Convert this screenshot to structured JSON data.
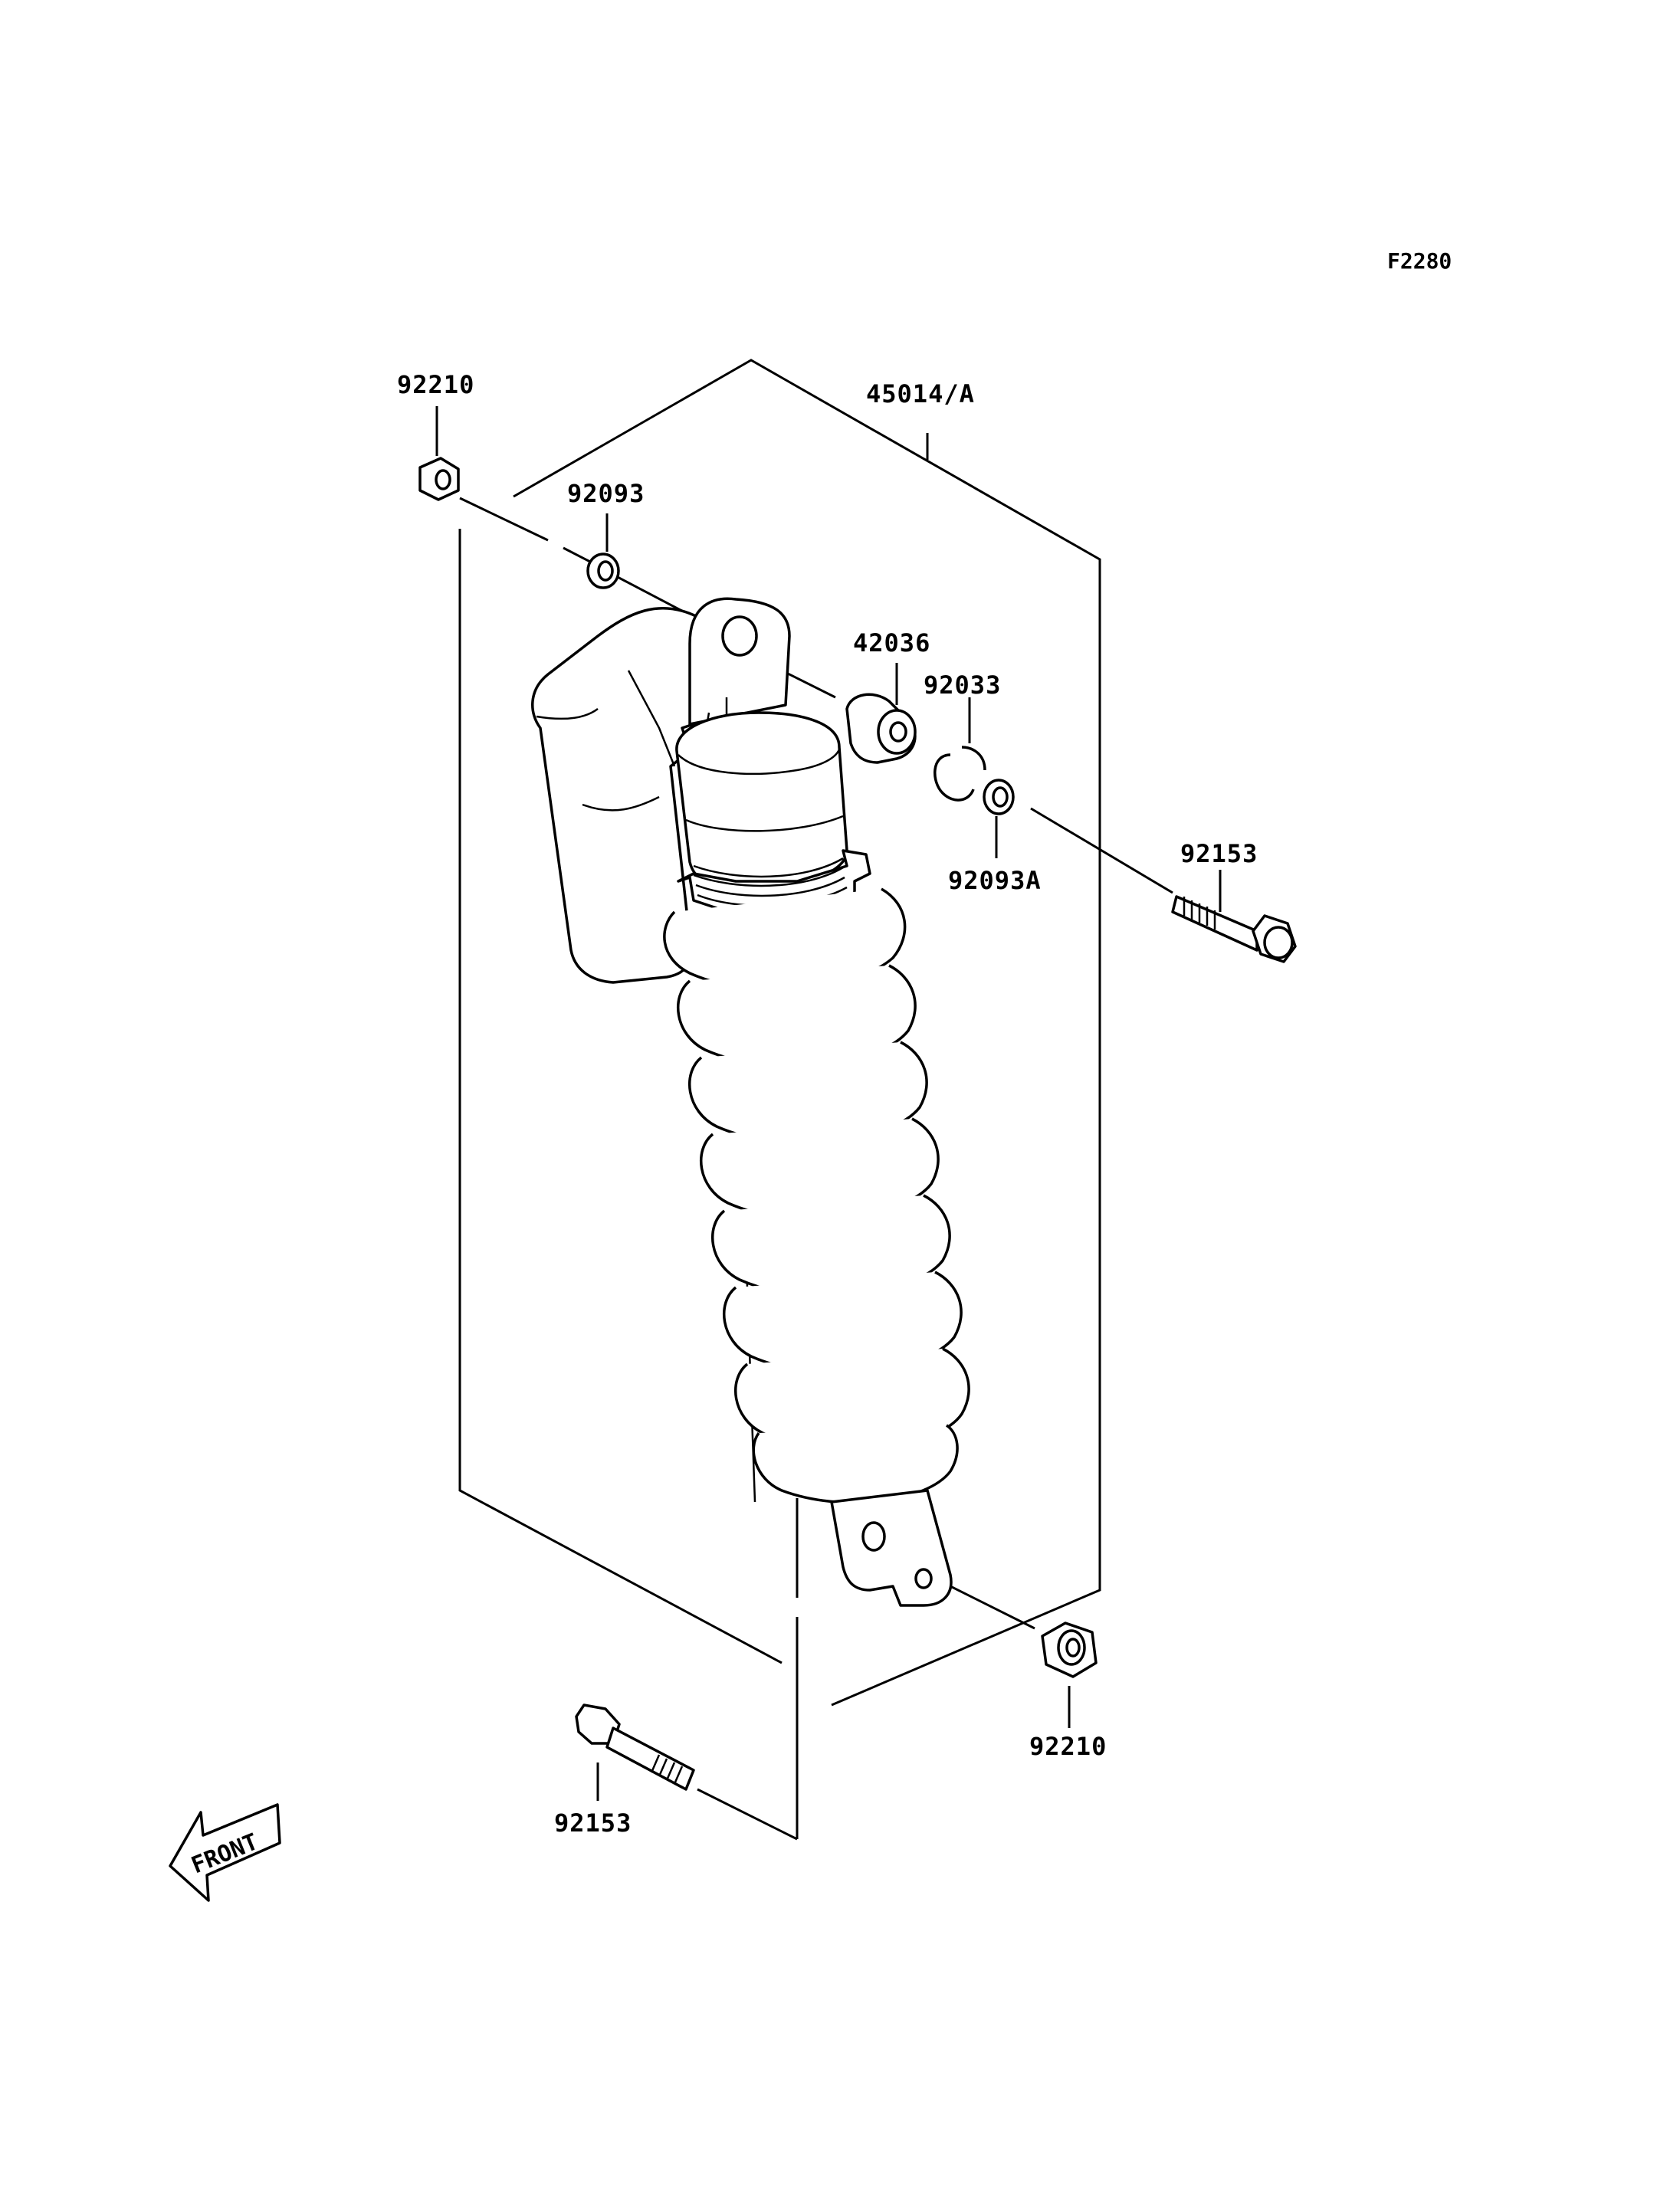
{
  "diagram_code": "F2280",
  "labels": {
    "nut_top": "92210",
    "assembly": "45014/A",
    "washer_top": "92093",
    "bushing": "42036",
    "circlip": "92033",
    "washer_right": "92093A",
    "bolt_top": "92153",
    "nut_bottom": "92210",
    "bolt_bottom": "92153"
  },
  "front_arrow": "FRONT",
  "icons": {
    "front_arrow": "front-arrow-icon",
    "shock": "rear-shock-absorber-icon"
  }
}
